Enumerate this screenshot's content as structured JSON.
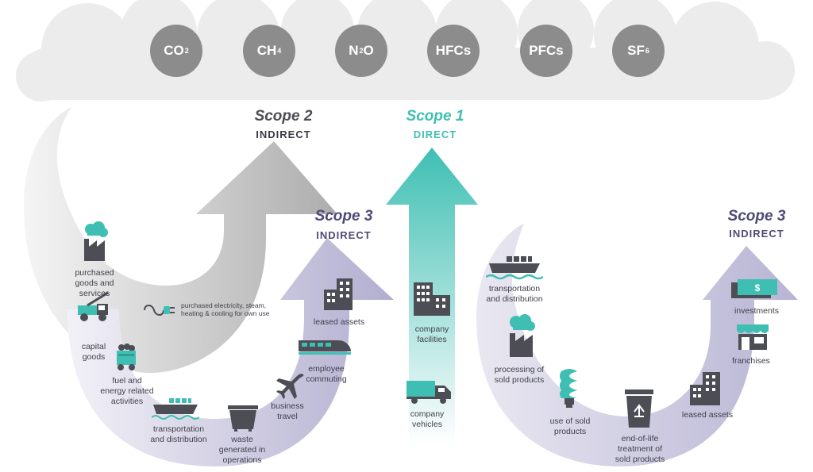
{
  "gases": [
    {
      "base": "CO",
      "sub": "2"
    },
    {
      "base": "CH",
      "sub": "4"
    },
    {
      "base": "N",
      "sub": "2",
      "tail": "O"
    },
    {
      "base": "HFCs",
      "sub": ""
    },
    {
      "base": "PFCs",
      "sub": ""
    },
    {
      "base": "SF",
      "sub": "6"
    }
  ],
  "scopes": {
    "scope2": {
      "title": "Scope 2",
      "subtitle": "INDIRECT"
    },
    "scope1": {
      "title": "Scope 1",
      "subtitle": "DIRECT"
    },
    "scope3_left": {
      "title": "Scope 3",
      "subtitle": "INDIRECT"
    },
    "scope3_right": {
      "title": "Scope 3",
      "subtitle": "INDIRECT"
    }
  },
  "labels": {
    "purchased_goods": "purchased\ngoods and\nservices",
    "capital_goods": "capital\ngoods",
    "fuel_energy": "fuel and\nenergy related\nactivities",
    "transport_left": "transportation\nand distribution",
    "waste": "waste\ngenerated in\noperations",
    "business_travel": "business\ntravel",
    "employee_commuting": "employee\ncommuting",
    "leased_assets_left": "leased assets",
    "purchased_electricity": "purchased electricity, steam,\nheating & cooling for own use",
    "company_facilities": "company\nfacilities",
    "company_vehicles": "company\nvehicles",
    "transport_right": "transportation\nand distribution",
    "processing": "processing of\nsold products",
    "use_of_sold": "use of sold\nproducts",
    "end_of_life": "end-of-life\ntreatment of\nsold products",
    "leased_assets_right": "leased assets",
    "franchises": "franchises",
    "investments": "investments"
  },
  "icon_names": [
    "factory-icon",
    "tow-truck-icon",
    "coal-wagon-icon",
    "cargo-ship-icon",
    "dumpster-icon",
    "airplane-icon",
    "train-icon",
    "buildings-icon",
    "plug-icon",
    "truck-icon",
    "lightbulb-icon",
    "recycle-bin-icon",
    "storefront-icon",
    "money-icon"
  ],
  "colors": {
    "scope1": "#3fbfb3",
    "scope2": "#9b9b9b",
    "scope3": "#4e4a76",
    "gas_circle": "#8c8c8c",
    "dark_icon": "#4d4d55",
    "teal_icon": "#3fbfb3"
  }
}
